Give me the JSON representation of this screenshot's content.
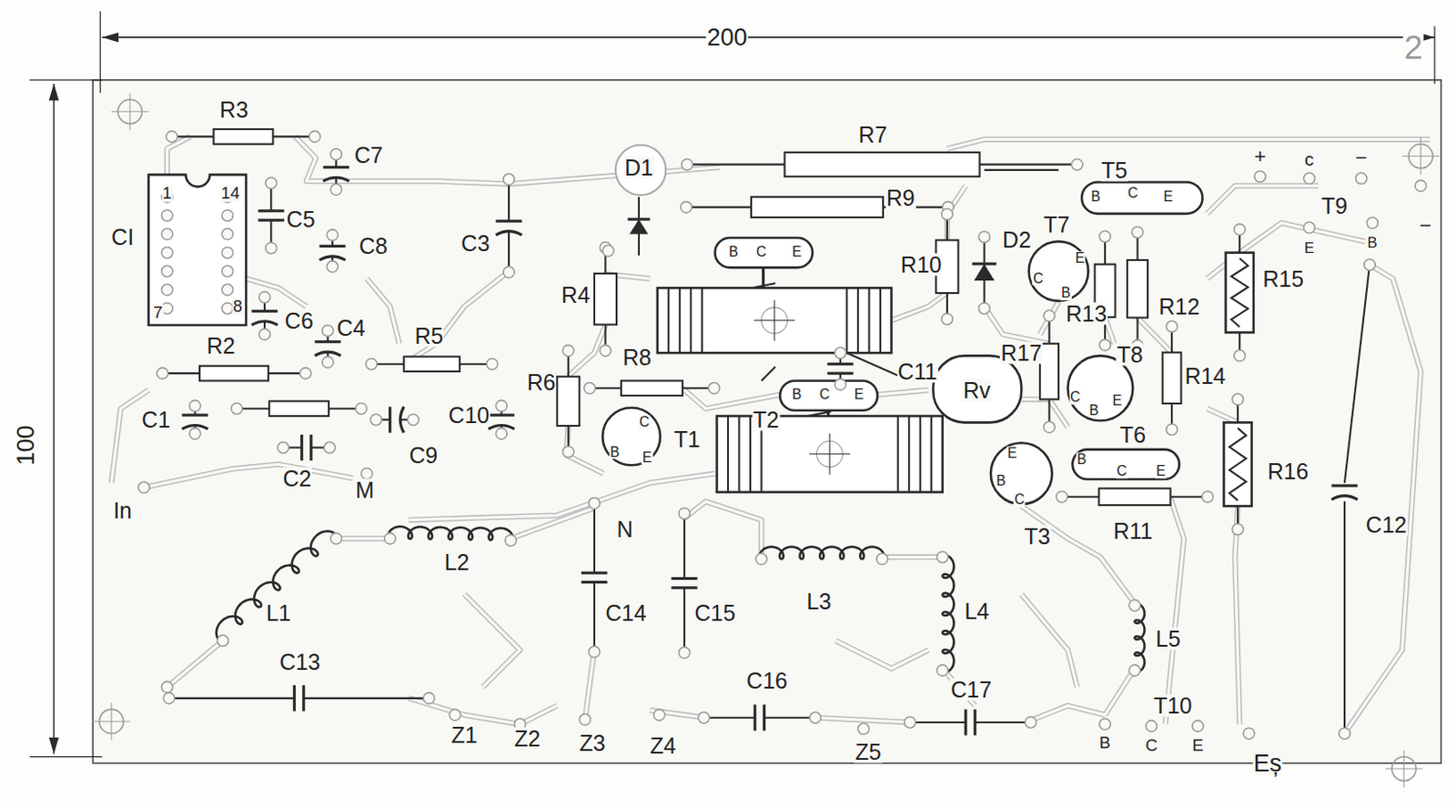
{
  "diagram": {
    "labels": [
      "200",
      "2",
      "100",
      "R3",
      "C7",
      "1",
      "14",
      "C5",
      "CI",
      "C8",
      "C3",
      "D1",
      "R7",
      "R9",
      "+",
      "c",
      "−",
      "T5",
      "B",
      "C",
      "E",
      "T9",
      "−",
      "E",
      "B",
      "D2",
      "T7",
      "R10",
      "E",
      "C",
      "B",
      "R15",
      "R12",
      "R13",
      "B",
      "C",
      "E",
      "7",
      "8",
      "C6",
      "R4",
      "C4",
      "R5",
      "R2",
      "R8",
      "R6",
      "R17",
      "C11",
      "Rv",
      "R14",
      "B",
      "C",
      "E",
      "C1",
      "C10",
      "C",
      "B",
      "E",
      "T1",
      "T2",
      "C",
      "B",
      "E",
      "T8",
      "C9",
      "C2",
      "M",
      "E",
      "B",
      "C",
      "B",
      "C",
      "E",
      "T6",
      "R16",
      "In",
      "N",
      "T3",
      "R11",
      "C12",
      "L2",
      "L1",
      "C14",
      "C15",
      "L3",
      "L4",
      "L5",
      "C13",
      "C16",
      "C17",
      "T10",
      "Z1",
      "Z2",
      "Z3",
      "Z4",
      "Z5",
      "B",
      "C",
      "E",
      "Eș"
    ]
  }
}
